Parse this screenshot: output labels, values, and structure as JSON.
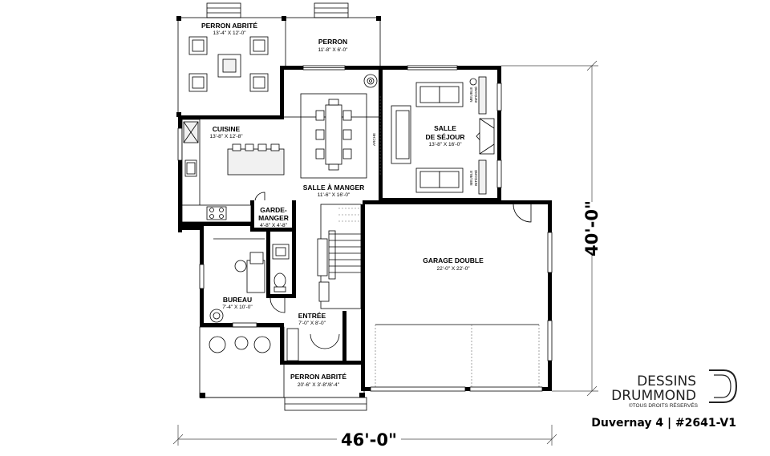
{
  "rooms": {
    "perron_abrite_top": {
      "name": "PERRON ABRITÉ",
      "dims": "13'-4\" X 12'-0\""
    },
    "perron": {
      "name": "PERRON",
      "dims": "11'-8\" X 6'-0\""
    },
    "cuisine": {
      "name": "CUISINE",
      "dims": "13'-8\" X 12'-8\""
    },
    "salle_a_manger": {
      "name": "SALLE À MANGER",
      "dims": "11'-6\" X 16'-0\""
    },
    "salle_de_sejour": {
      "name_line1": "SALLE",
      "name_line2": "DE SÉJOUR",
      "dims": "13'-8\" X 16'-0\""
    },
    "garde_manger": {
      "name_line1": "GARDE-",
      "name_line2": "MANGER",
      "dims": "4'-8\" X 4'-8\""
    },
    "garage": {
      "name": "GARAGE DOUBLE",
      "dims": "22'-0\" X 22'-0\""
    },
    "bureau": {
      "name": "BUREAU",
      "dims": "7'-4\" X 10'-0\""
    },
    "entree": {
      "name": "ENTRÉE",
      "dims": "7'-0\" X 8'-0\""
    },
    "perron_abrite_bottom": {
      "name": "PERRON ABRITÉ",
      "dims": "20'-6\" X 3'-8\"/8'-4\""
    }
  },
  "labels": {
    "arche": "ARCHE",
    "meuble": "MEUBLE",
    "integre": "INTÉGRÉ"
  },
  "dimensions": {
    "width": "46'-0\"",
    "depth": "40'-0\""
  },
  "brand": {
    "line1": "DESSINS",
    "line2": "DRUMMOND",
    "copyright": "©TOUS DROITS RÉSERVÉS",
    "plan_name": "Duvernay 4 | #2641-V1"
  }
}
